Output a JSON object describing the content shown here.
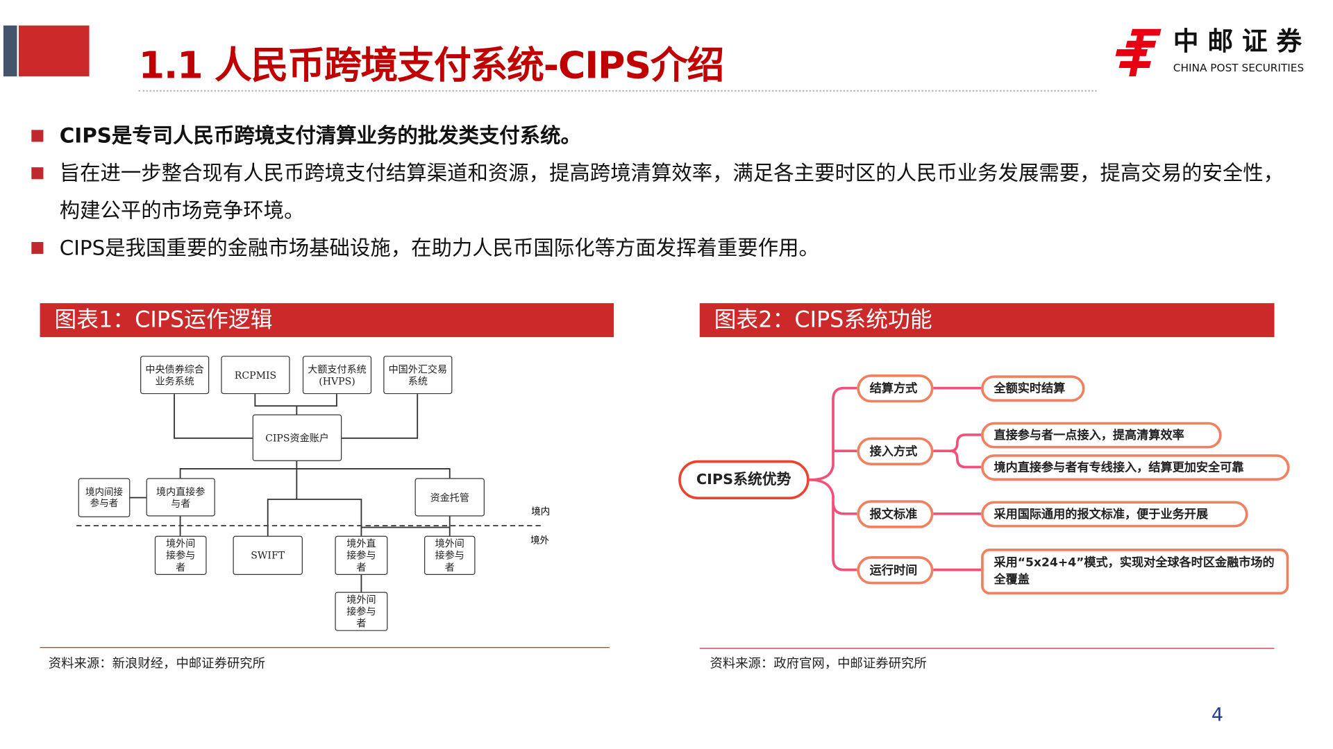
{
  "header": {
    "title": "1.1 人民币跨境支付系统-CIPS介绍",
    "logo_cn": "中 邮 证 券",
    "logo_en": "CHINA POST SECURITIES"
  },
  "bullets": [
    "CIPS是专司人民币跨境支付清算业务的批发类支付系统。",
    "旨在进一步整合现有人民币跨境支付结算渠道和资源，提高跨境清算效率，满足各主要时区的人民币业务发展需要，提高交易的安全性，构建公平的市场竞争环境。",
    "CIPS是我国重要的金融市场基础设施，在助力人民币国际化等方面发挥着重要作用。"
  ],
  "figure1": {
    "title": "图表1：CIPS运作逻辑",
    "nodes": {
      "ccdc": "中央债券综合业务系统",
      "rcpmis": "RCPMIS",
      "hvps": "大额支付系统(HVPS)",
      "cfets": "中国外汇交易系统",
      "cips": "CIPS资金账户",
      "dom_indirect": "境内间接参与者",
      "dom_direct": "境内直接参与者",
      "custody": "资金托管",
      "ovs_indirect_1": "境外间接参与者",
      "swift": "SWIFT",
      "ovs_direct": "境外直接参与者",
      "ovs_indirect_2": "境外间接参与者",
      "ovs_indirect_3": "境外间接参与者"
    },
    "label_domestic": "境内",
    "label_overseas": "境外",
    "source": "资料来源：新浪财经，中邮证券研究所"
  },
  "figure2": {
    "title": "图表2：CIPS系统功能",
    "root": "CIPS系统优势",
    "branches": [
      {
        "label": "结算方式",
        "items": [
          "全额实时结算"
        ]
      },
      {
        "label": "接入方式",
        "items": [
          "直接参与者一点接入，提高清算效率",
          "境内直接参与者有专线接入，结算更加安全可靠"
        ]
      },
      {
        "label": "报文标准",
        "items": [
          "采用国际通用的报文标准，便于业务开展"
        ]
      },
      {
        "label": "运行时间",
        "items": [
          "采用“5x24+4”模式，实现对全球各时区金融市场的全覆盖"
        ]
      }
    ],
    "source": "资料来源：政府官网，中邮证券研究所"
  },
  "page_number": "4",
  "colors": {
    "brand_red": "#cc2a2a",
    "title_red": "#c00000",
    "accent_slate": "#44546a",
    "mind_line": "#f0507a",
    "page_num": "#1f3d99"
  }
}
